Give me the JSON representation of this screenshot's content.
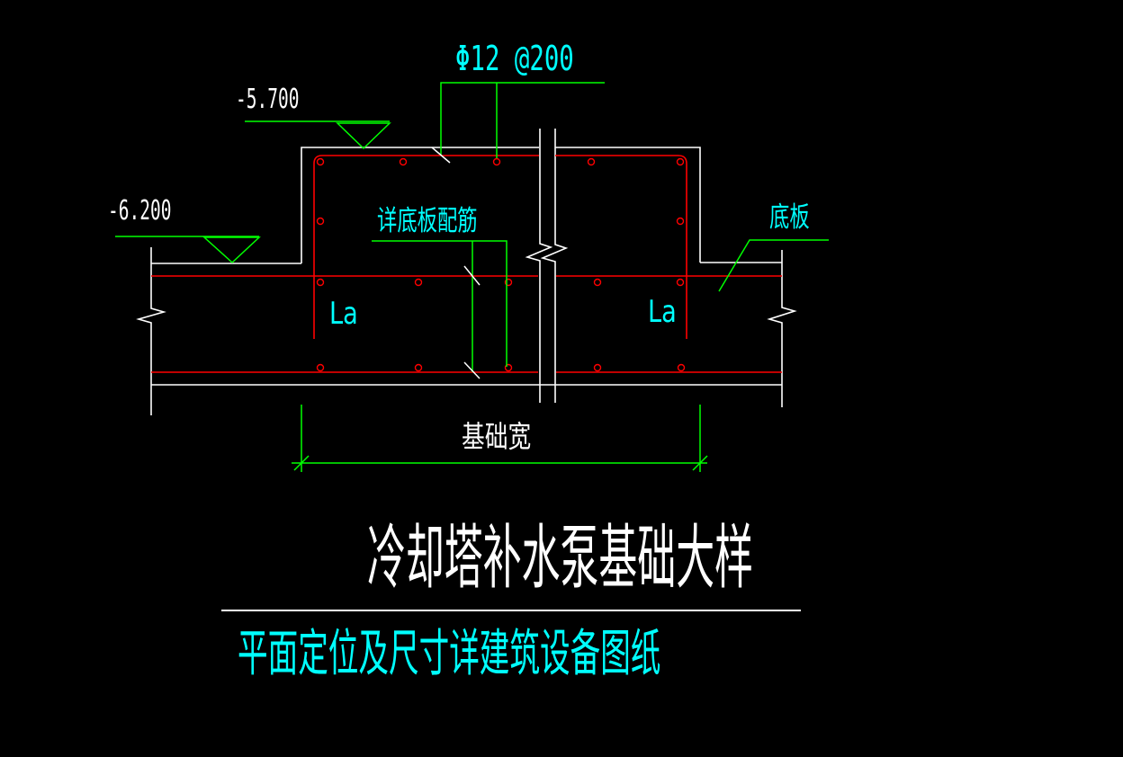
{
  "drawing": {
    "kind": "CAD foundation detail (black model space)",
    "annotations": {
      "rebar_spacing": "Φ12 @200",
      "elevation_top": "-5.700",
      "elevation_bottom": "-6.200",
      "slab_reinforcement_note": "详底板配筋",
      "slab_label": "底板",
      "anchorage_left": "La",
      "anchorage_right": "La",
      "foundation_width": "基础宽"
    },
    "title": {
      "main": "冷却塔补水泵基础大样",
      "subtitle": "平面定位及尺寸详建筑设备图纸"
    },
    "colors": {
      "background": "#000000",
      "concrete_outline": "#ffffff",
      "rebar": "#ff0000",
      "dimension_leader": "#00ff00",
      "label_text": "#00ffff",
      "plain_text": "#ffffff"
    }
  }
}
